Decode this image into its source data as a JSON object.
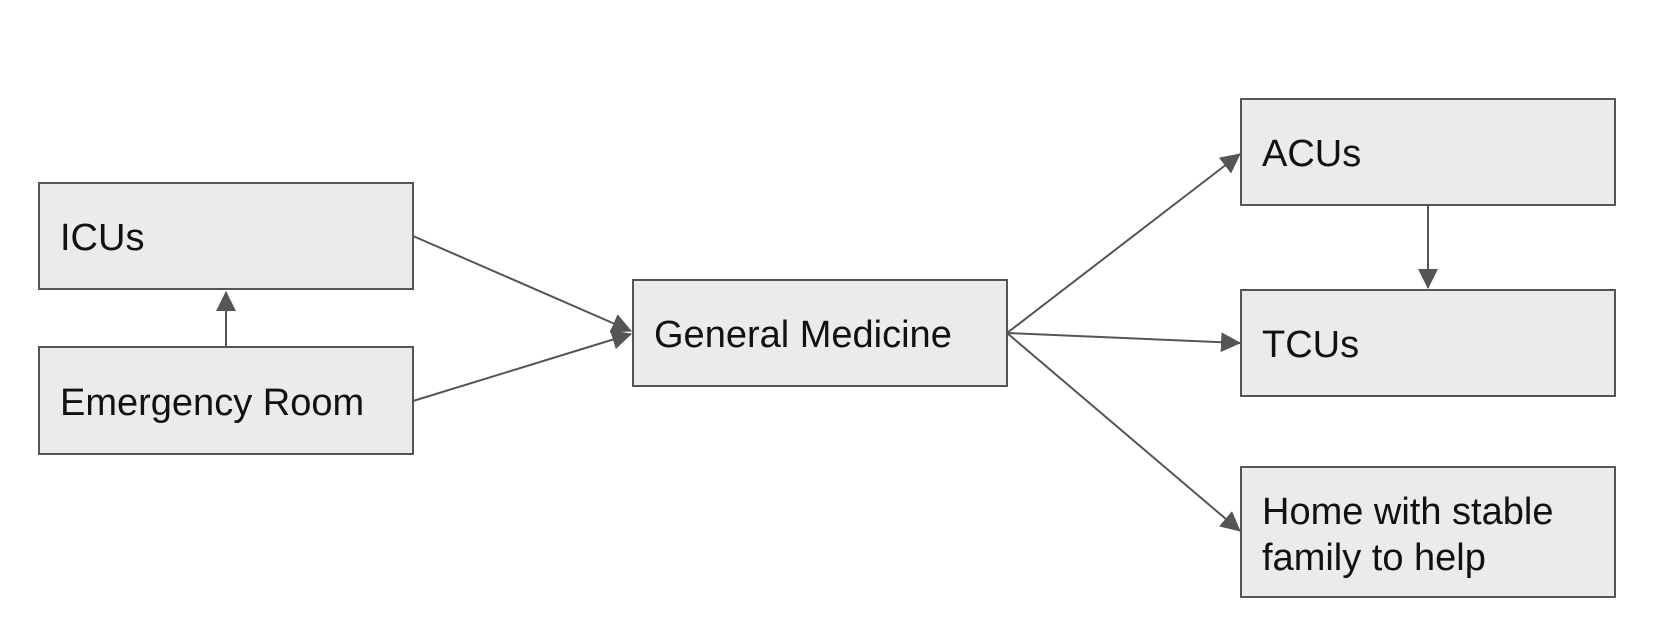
{
  "diagram": {
    "nodes": {
      "icus": {
        "label": "ICUs"
      },
      "emergency_room": {
        "label": "Emergency Room"
      },
      "general_medicine": {
        "label": "General Medicine"
      },
      "acus": {
        "label": "ACUs"
      },
      "tcus": {
        "label": "TCUs"
      },
      "home": {
        "label_line1": "Home with stable",
        "label_line2": "family to help"
      }
    },
    "edges": [
      {
        "from": "emergency_room",
        "to": "icus"
      },
      {
        "from": "icus",
        "to": "general_medicine"
      },
      {
        "from": "emergency_room",
        "to": "general_medicine"
      },
      {
        "from": "general_medicine",
        "to": "acus"
      },
      {
        "from": "general_medicine",
        "to": "tcus"
      },
      {
        "from": "general_medicine",
        "to": "home"
      },
      {
        "from": "acus",
        "to": "tcus"
      }
    ],
    "colors": {
      "node_fill": "#ebebeb",
      "node_stroke": "#555555",
      "arrow": "#555555",
      "text": "#111111"
    }
  }
}
